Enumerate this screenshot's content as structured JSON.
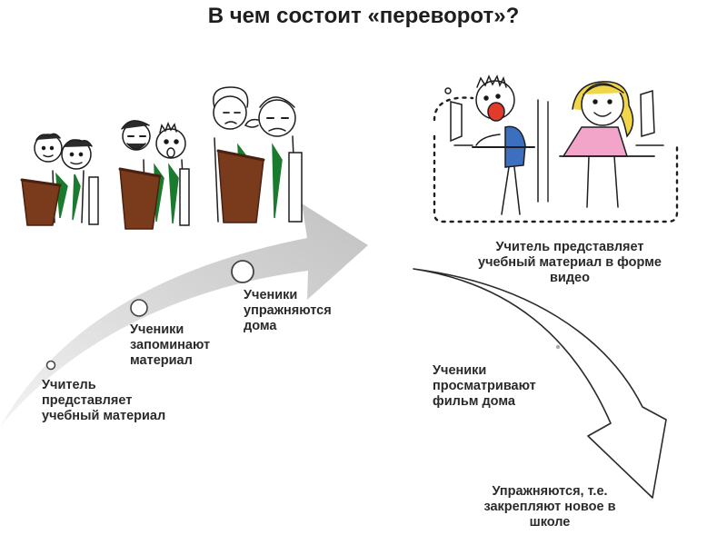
{
  "title": "В чем состоит «переворот»?",
  "traditional": {
    "steps": [
      "Учитель\nпредставляет\nучебный материал",
      "Ученики\nзапоминают\nматериал",
      "Ученики\nупражняются\nдома"
    ]
  },
  "flipped": {
    "steps": [
      "Учитель представляет\nучебный материал в форме\nвидео",
      "Ученики\nпросматривают\nфильм дома",
      "Упражняются, т.е.\nзакрепляют новое в\nшколе"
    ]
  },
  "colors": {
    "arrow_gray": "#cfcfcf",
    "desk_brown": "#7a3a1c",
    "tie_green": "#1a7a2e",
    "boy_shirt_blue": "#3c6fc0",
    "girl_shirt_pink": "#f2a5c8",
    "girl_hair_yellow": "#f1d64a",
    "mouth_red": "#e23b2b"
  },
  "icons": [
    "students-at-desks-icon",
    "students-watching-video-icon"
  ]
}
